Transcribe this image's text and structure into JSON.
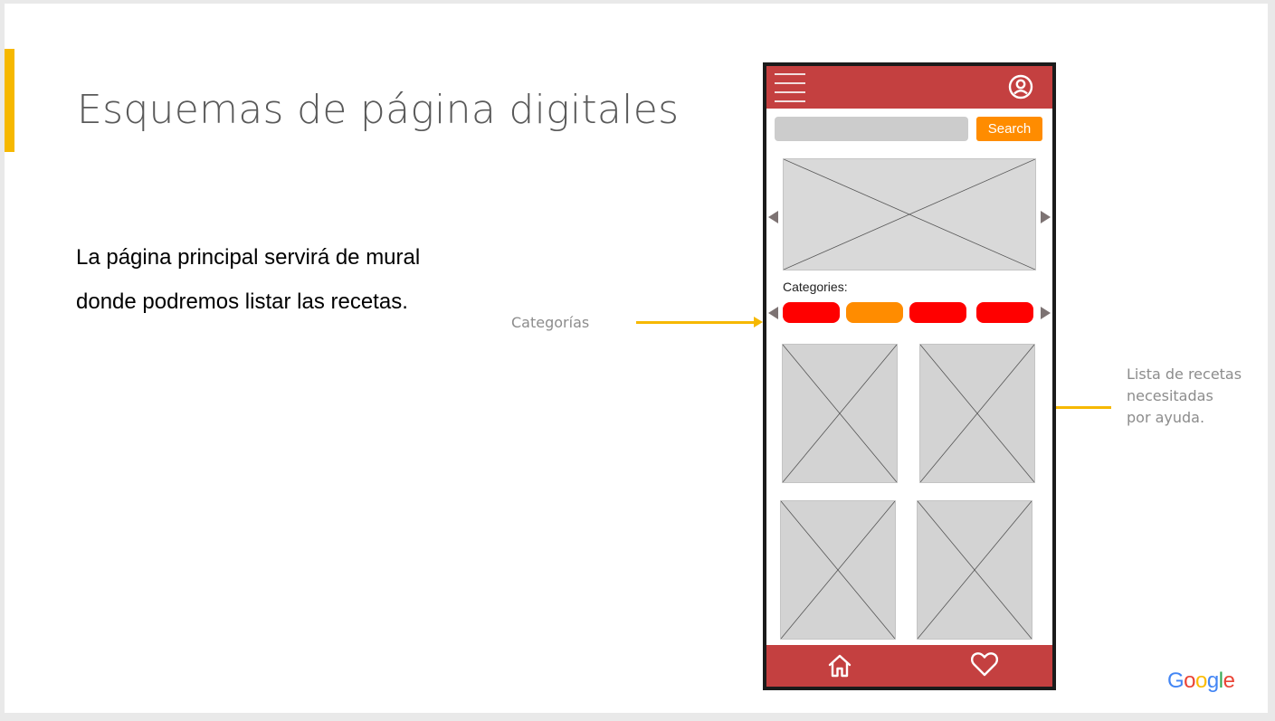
{
  "slide": {
    "title": "Esquemas de página digitales",
    "body": "La página principal servirá de mural donde podremos listar las recetas.",
    "accent_color": "#f6b800"
  },
  "annotations": {
    "categories": "Categorías",
    "recipes": "Lista de recetas\nnecesitadas\npor ayuda."
  },
  "wireframe": {
    "header": {
      "menu_icon": "hamburger-icon",
      "profile_icon": "user-circle-icon",
      "color": "#c44040"
    },
    "search": {
      "button_label": "Search",
      "placeholder": "",
      "button_color": "#ff8c00"
    },
    "carousel": {
      "prev_icon": "triangle-left-icon",
      "next_icon": "triangle-right-icon"
    },
    "categories": {
      "label": "Categories:",
      "chip_colors": [
        "#ff0000",
        "#ff8c00",
        "#ff0000",
        "#ff0000"
      ]
    },
    "footer": {
      "home_icon": "home-icon",
      "favorites_icon": "heart-icon"
    }
  },
  "branding": {
    "logo_text": "Google",
    "letters": [
      {
        "ch": "G",
        "color": "#4285f4"
      },
      {
        "ch": "o",
        "color": "#ea4335"
      },
      {
        "ch": "o",
        "color": "#fbbc05"
      },
      {
        "ch": "g",
        "color": "#4285f4"
      },
      {
        "ch": "l",
        "color": "#34a853"
      },
      {
        "ch": "e",
        "color": "#ea4335"
      }
    ]
  }
}
